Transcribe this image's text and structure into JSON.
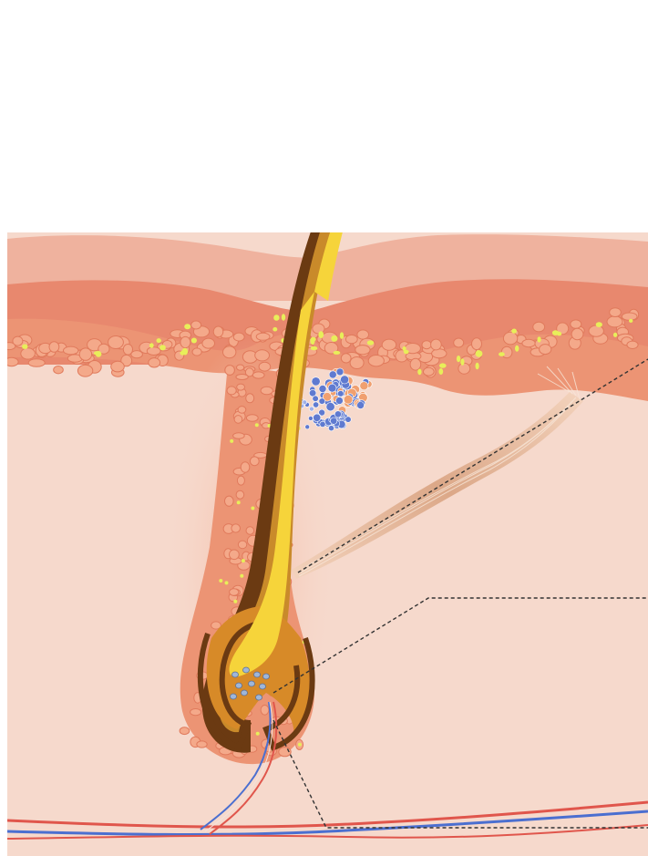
{
  "diagram": {
    "subject": "hair-follicle-cross-section",
    "labels": [],
    "colors": {
      "background": "#ffffff",
      "skin_surface": "#efb29e",
      "epidermis": "#e8886e",
      "dermis": "#f6d9cc",
      "cell_fill": "#ec9474",
      "cell_highlight": "#e8ee5a",
      "hair_shaft_outer": "#6b3a12",
      "hair_shaft_inner": "#c98a2a",
      "hair_core": "#f6d43a",
      "bulb": "#d78a28",
      "sebaceous_gland_blue": "#5f7ad0",
      "sebaceous_gland_orange": "#f0a070",
      "muscle": "#e2b18e",
      "artery": "#e0564c",
      "vein": "#4b6fd0",
      "leader_line": "#333333"
    },
    "icons": [
      "hair-shaft",
      "hair-bulb",
      "sebaceous-gland",
      "arrector-pili-muscle",
      "blood-vessels"
    ]
  }
}
